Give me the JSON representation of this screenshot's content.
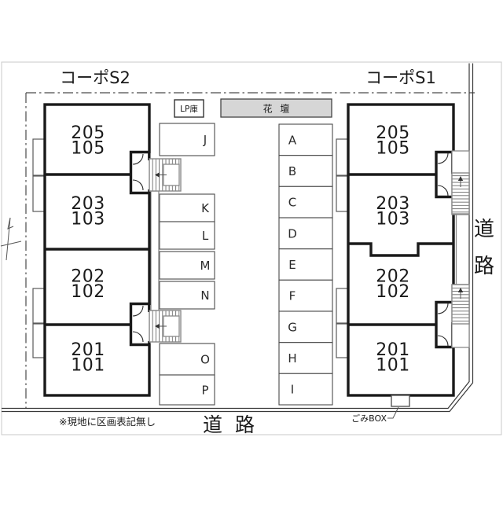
{
  "buildings": {
    "s2": {
      "title": "コーポS2",
      "units": [
        {
          "upper": "205",
          "lower": "105"
        },
        {
          "upper": "203",
          "lower": "103"
        },
        {
          "upper": "202",
          "lower": "102"
        },
        {
          "upper": "201",
          "lower": "101"
        }
      ]
    },
    "s1": {
      "title": "コーポS1",
      "units": [
        {
          "upper": "205",
          "lower": "105"
        },
        {
          "upper": "203",
          "lower": "103"
        },
        {
          "upper": "202",
          "lower": "102"
        },
        {
          "upper": "201",
          "lower": "101"
        }
      ]
    }
  },
  "parking": {
    "west": [
      "J",
      "K",
      "L",
      "M",
      "N",
      "O",
      "P"
    ],
    "center": [
      "A",
      "B",
      "C",
      "D",
      "E",
      "F",
      "G",
      "H",
      "I"
    ]
  },
  "labels": {
    "lp_storage": "LP庫",
    "flower_bed": "花 壇",
    "trash_box": "ごみBOX",
    "note": "※現地に区画表記無し",
    "road_bottom": "道 路",
    "road_right": [
      "道",
      "路"
    ]
  },
  "colors": {
    "wall": "#1a1a1a",
    "boundary": "#383838",
    "gray_detail": "#8a8a8a",
    "flower_bed_fill": "#d6d6d6",
    "photo_frame": "#c8c8c8",
    "text": "#1a1a1a"
  }
}
